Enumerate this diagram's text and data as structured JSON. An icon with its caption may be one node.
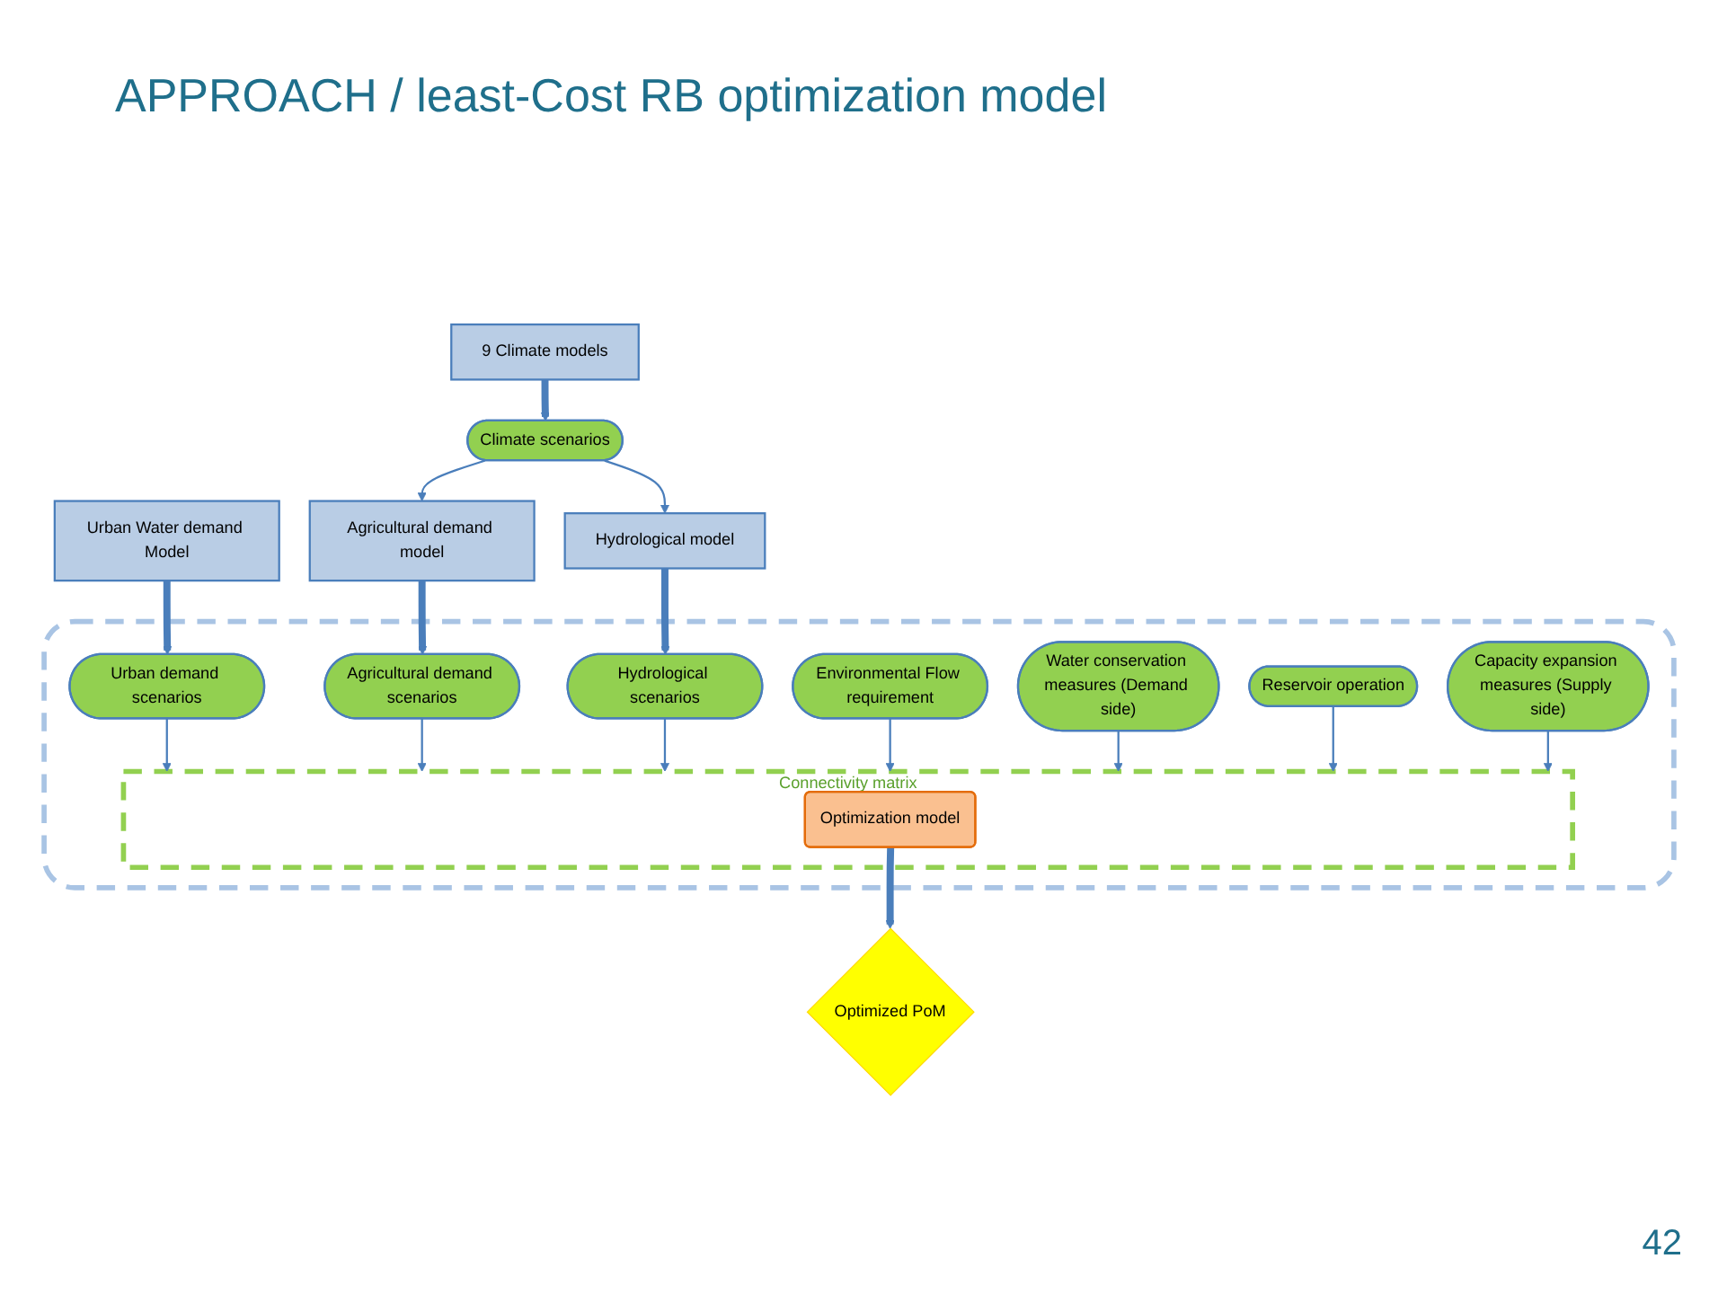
{
  "diagram": {
    "title": "APPROACH / least-Cost RB optimization model",
    "nodes": [
      {
        "text": [
          "9 Climate models"
        ]
      },
      {
        "text": [
          "Climate scenarios"
        ]
      },
      {
        "text": [
          "Urban Water demand Model"
        ]
      },
      {
        "text": [
          "Agricultural demand model"
        ]
      },
      {
        "text": [
          "Hydrological model"
        ]
      },
      {
        "text": [],
        "shape": "box"
      },
      {
        "text": [
          "Urban demand scenarios"
        ],
        "in": 5
      },
      {
        "text": [
          "Agricultural demand scenarios"
        ],
        "in": 5
      },
      {
        "text": [
          "Hydrological scenarios"
        ],
        "in": 5
      },
      {
        "text": [
          "Environmental Flow requirement"
        ],
        "in": 5
      },
      {
        "text": [
          "Water conservation measures (Demand side)"
        ],
        "in": 5
      },
      {
        "text": [
          "Connectivity matrix"
        ],
        "in": 5
      },
      {
        "text": [
          "Optimization model"
        ],
        "in": 11
      },
      {
        "text": [
          "Reservoir operation"
        ],
        "in": 5
      },
      {
        "text": [
          "Capacity expansion measures (Supply side)"
        ],
        "in": 5
      },
      {
        "text": [
          "Optimized PoM"
        ]
      }
    ],
    "edges": [
      {
        "from": 0,
        "to": 1,
        "arrow": "to",
        "style": "thick"
      },
      {
        "from": 1,
        "to": 3,
        "arrow": "to"
      },
      {
        "from": 1,
        "to": 4,
        "arrow": "to"
      },
      {
        "from": 2,
        "to": 6,
        "arrow": "to",
        "style": "thick"
      },
      {
        "from": 3,
        "to": 7,
        "arrow": "to",
        "style": "thick"
      },
      {
        "from": 4,
        "to": 8,
        "arrow": "to",
        "style": "thick"
      },
      {
        "from": 6,
        "to": 11,
        "arrow": "to"
      },
      {
        "from": 7,
        "to": 11,
        "arrow": "to"
      },
      {
        "from": 8,
        "to": 11,
        "arrow": "to"
      },
      {
        "from": 9,
        "to": 11,
        "arrow": "to"
      },
      {
        "from": 10,
        "to": 11,
        "arrow": "to"
      },
      {
        "from": 13,
        "to": 11,
        "arrow": "to"
      },
      {
        "from": 14,
        "to": 11,
        "arrow": "to"
      },
      {
        "from": 12,
        "to": 15,
        "arrow": "to",
        "style": "thick"
      }
    ],
    "labels": [
      "42"
    ]
  }
}
